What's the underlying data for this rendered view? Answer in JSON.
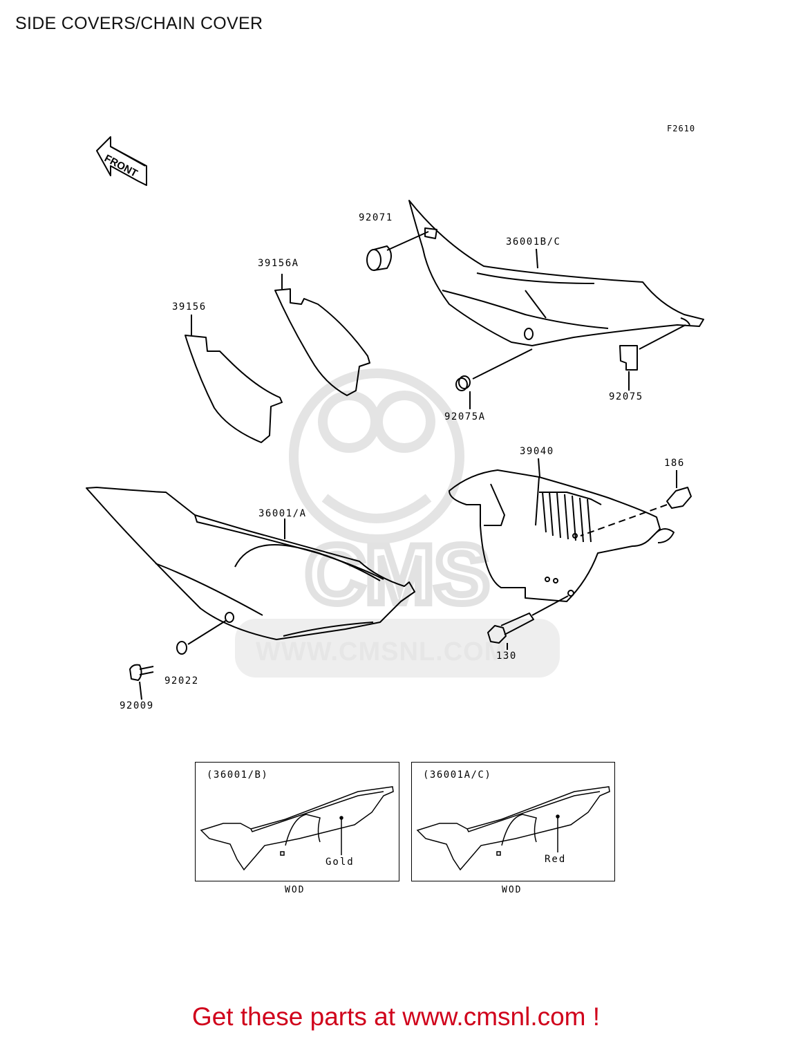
{
  "page": {
    "title": "SIDE COVERS/CHAIN COVER",
    "figure_code": "F2610",
    "front_label": "FRONT"
  },
  "parts": {
    "p92071": "92071",
    "p36001bc": "36001B/C",
    "p39156a": "39156A",
    "p39156": "39156",
    "p92075": "92075",
    "p92075a": "92075A",
    "p39040": "39040",
    "p186": "186",
    "p36001a": "36001/A",
    "p92022": "92022",
    "p92009": "92009",
    "p130": "130"
  },
  "insets": [
    {
      "title": "(36001/B)",
      "color": "Gold",
      "caption": "WOD"
    },
    {
      "title": "(36001A/C)",
      "color": "Red",
      "caption": "WOD"
    }
  ],
  "watermark": {
    "text": "WWW.CMSNL.COM",
    "brand": "CMS"
  },
  "cta": {
    "text": "Get these parts at www.cmsnl.com !"
  }
}
